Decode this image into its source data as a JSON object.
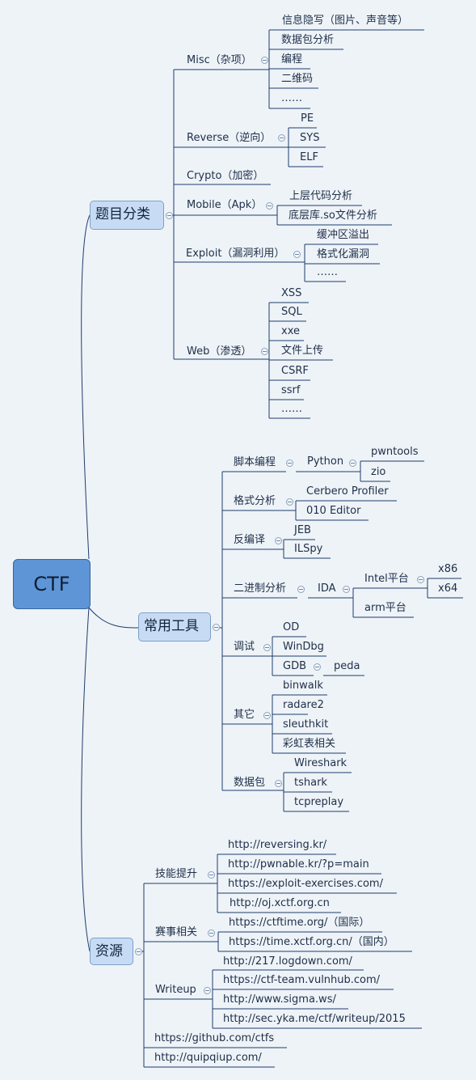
{
  "root": "CTF",
  "categories": [
    {
      "label": "题目分类",
      "children": [
        {
          "label": "Misc（杂项）",
          "children": [
            "信息隐写（图片、声音等）",
            "数据包分析",
            "编程",
            "二维码",
            "……"
          ]
        },
        {
          "label": "Reverse（逆向）",
          "children": [
            "PE",
            "SYS",
            "ELF"
          ]
        },
        {
          "label": "Crypto（加密）"
        },
        {
          "label": "Mobile（Apk）",
          "children": [
            "上层代码分析",
            "底层库.so文件分析"
          ]
        },
        {
          "label": "Exploit（漏洞利用）",
          "children": [
            "缓冲区溢出",
            "格式化漏洞",
            "……"
          ]
        },
        {
          "label": "Web（渗透）",
          "children": [
            "XSS",
            "SQL",
            "xxe",
            "文件上传",
            "CSRF",
            "ssrf",
            "……"
          ]
        }
      ]
    },
    {
      "label": "常用工具",
      "children": [
        {
          "label": "脚本编程",
          "children": [
            {
              "label": "Python",
              "children": [
                "pwntools",
                "zio"
              ]
            }
          ]
        },
        {
          "label": "格式分析",
          "children": [
            "Cerbero Profiler",
            "010 Editor"
          ]
        },
        {
          "label": "反编译",
          "children": [
            "JEB",
            "ILSpy"
          ]
        },
        {
          "label": "二进制分析",
          "children": [
            {
              "label": "IDA",
              "children": [
                {
                  "label": "Intel平台",
                  "children": [
                    "x86",
                    "x64"
                  ]
                },
                "arm平台"
              ]
            }
          ]
        },
        {
          "label": "调试",
          "children": [
            "OD",
            "WinDbg",
            {
              "label": "GDB",
              "children": [
                "peda"
              ]
            }
          ]
        },
        {
          "label": "其它",
          "children": [
            "binwalk",
            "radare2",
            "sleuthkit",
            "彩虹表相关"
          ]
        },
        {
          "label": "数据包",
          "children": [
            "Wireshark",
            "tshark",
            "tcpreplay"
          ]
        }
      ]
    },
    {
      "label": "资源",
      "children": [
        {
          "label": "技能提升",
          "children": [
            "http://reversing.kr/",
            "http://pwnable.kr/?p=main",
            "https://exploit-exercises.com/",
            "http://oj.xctf.org.cn"
          ]
        },
        {
          "label": "赛事相关",
          "children": [
            "https://ctftime.org/（国际）",
            "https://time.xctf.org.cn/（国内）"
          ]
        },
        {
          "label": "Writeup",
          "children": [
            "http://217.logdown.com/",
            "https://ctf-team.vulnhub.com/",
            "http://www.sigma.ws/",
            "http://sec.yka.me/ctf/writeup/2015"
          ]
        },
        {
          "label": "https://github.com/ctfs"
        },
        {
          "label": "http://quipqiup.com/"
        }
      ]
    }
  ],
  "colors": {
    "line": "#1f3d6b",
    "root_fill": "#5e95d6",
    "category_fill": "#c7dcf4",
    "background": "#eef3f8"
  }
}
